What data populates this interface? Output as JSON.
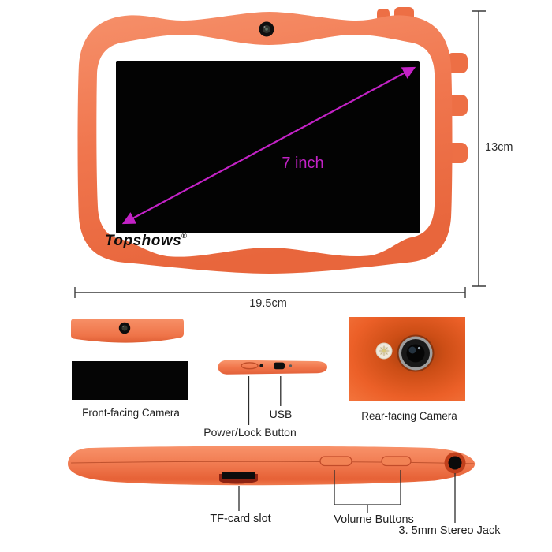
{
  "brand": {
    "name": "Topshows",
    "reg": "®"
  },
  "screen": {
    "diagonal_label": "7 inch"
  },
  "dimensions": {
    "height": "13cm",
    "width": "19.5cm"
  },
  "callouts": {
    "front_camera": "Front-facing Camera",
    "power_button": "Power/Lock Button",
    "usb": "USB",
    "rear_camera": "Rear-facing Camera",
    "tf_card_slot": "TF-card slot",
    "volume_buttons": "Volume Buttons",
    "stereo_jack": "3. 5mm Stereo Jack"
  },
  "colors": {
    "bumper_orange": "#f0764e",
    "rear_panel_orange": "#ee5f28",
    "accent_magenta": "#c322c6",
    "screen_black": "#000000",
    "line_gray": "#3a3a3a"
  }
}
